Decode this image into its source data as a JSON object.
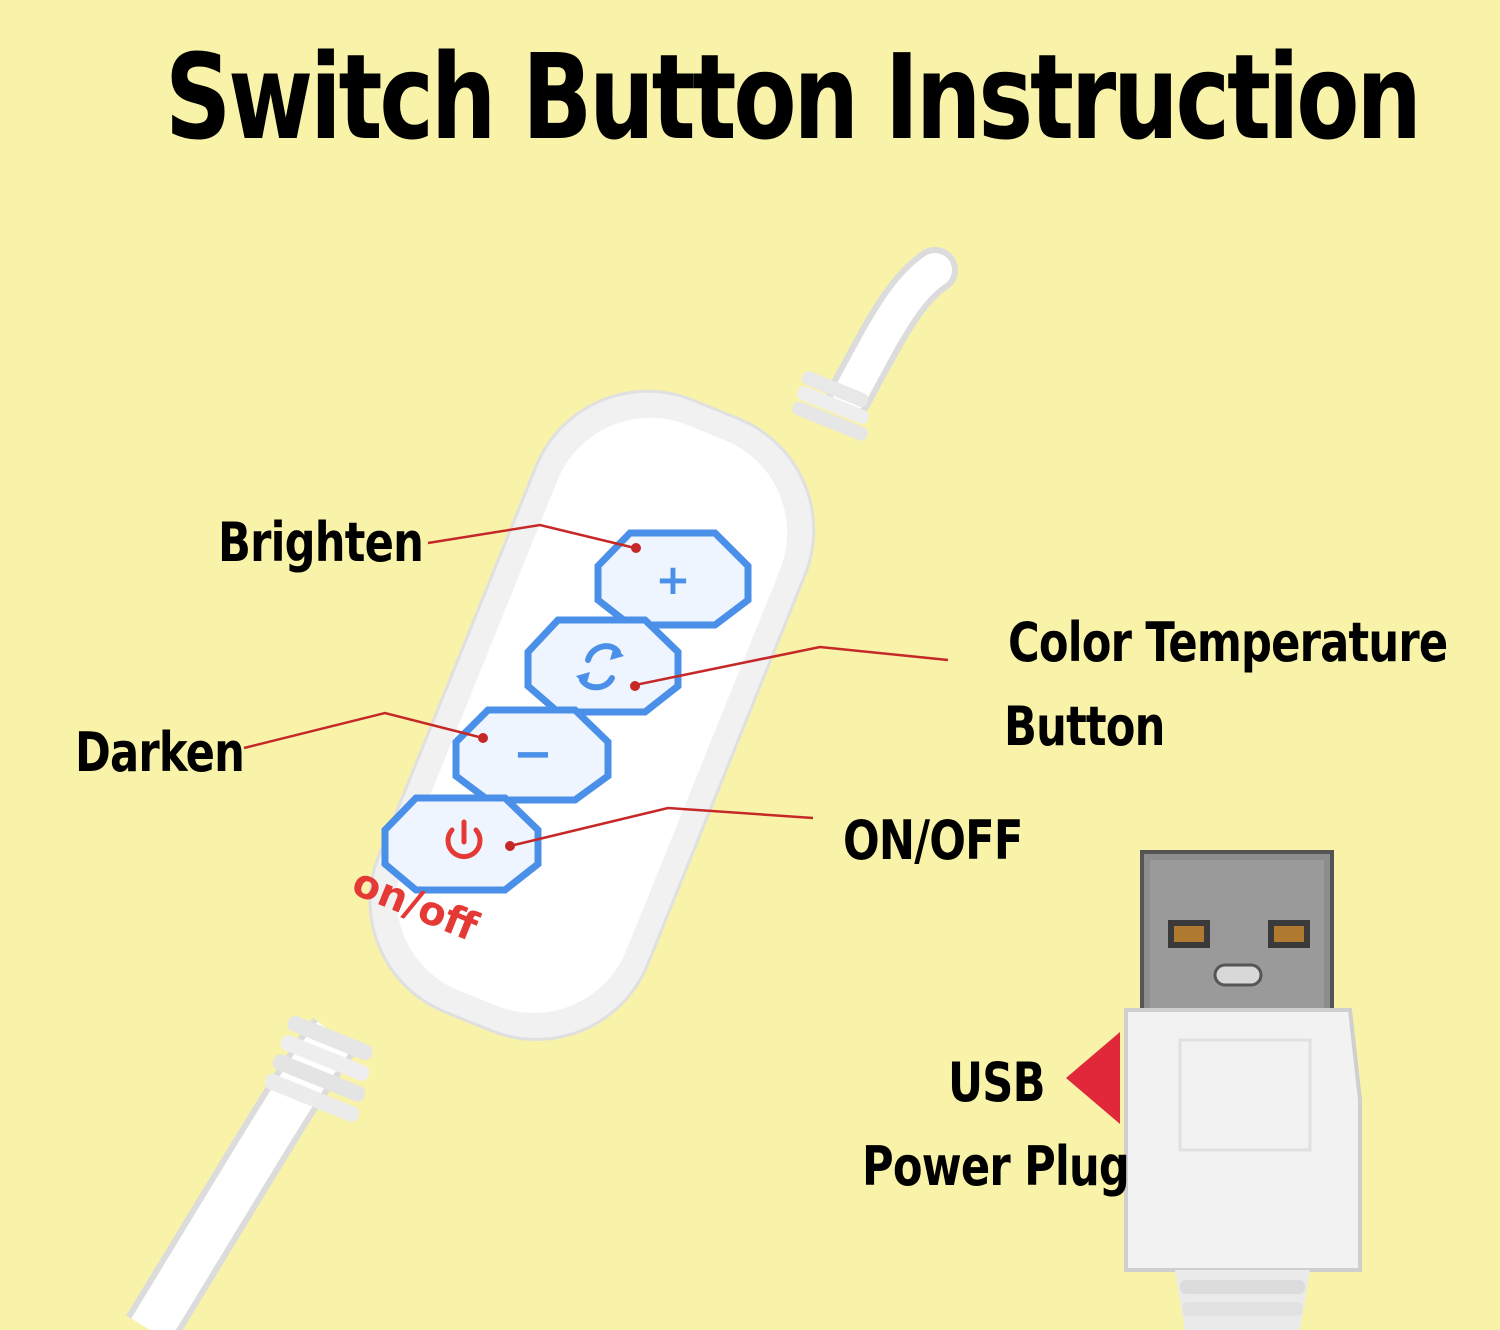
{
  "title": "Switch Button Instruction",
  "labels": {
    "brighten": "Brighten",
    "darken": "Darken",
    "color_temp_line1": "Color Temperature",
    "color_temp_line2": "Button",
    "on_off": "ON/OFF",
    "usb_line1": "USB",
    "usb_line2": "Power Plug"
  },
  "controller": {
    "button_symbols": [
      "+",
      "−"
    ],
    "on_off_print": "on/off"
  },
  "colors": {
    "background": "#f8f3a8",
    "button_outline": "#4a8fe8",
    "leader_line": "#c62828",
    "arrow": "#e0283a",
    "power_icon": "#e53935"
  }
}
